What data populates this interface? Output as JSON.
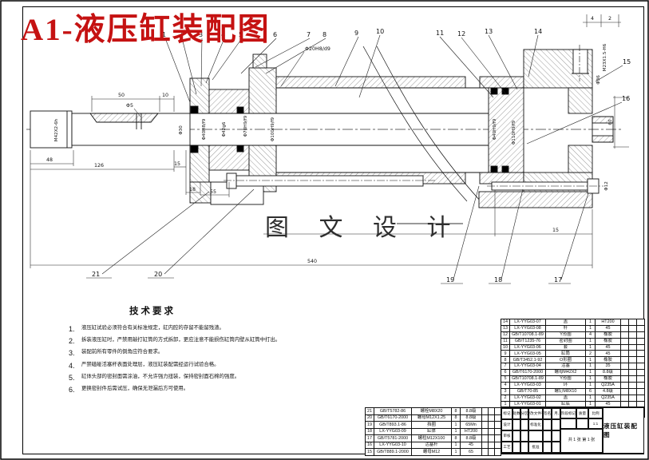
{
  "sheet_title": "A1-液压缸装配图",
  "watermark": "图 文 设 计",
  "callouts": [
    "1",
    "2",
    "3",
    "4",
    "5",
    "6",
    "7",
    "8",
    "9",
    "10",
    "11",
    "12",
    "13",
    "14",
    "15",
    "16",
    "17",
    "18",
    "19",
    "20",
    "21"
  ],
  "dims": {
    "len_50": "50",
    "len_10": "10",
    "dia_5": "Φ5",
    "thread_rod": "M42X2-6h",
    "len_48": "48",
    "len_126": "126",
    "dia_30": "Φ30",
    "len_15_left": "15",
    "len_18": "18",
    "len_55": "55",
    "fit_rod": "Φ20H8/d9",
    "fit_gland": "Φ40H8/f9",
    "fit_seal": "Φ42g6",
    "fit_bore": "Φ70H9/f9",
    "fit_head": "Φ100H9/f9",
    "fit_cushion": "Φ40H9/f9",
    "fit_rear": "Φ110H9/f9",
    "thread_port": "M23X1.5-H6",
    "dia_36": "Φ36",
    "len_60": "60",
    "dia_12": "Φ12",
    "len_15_right": "15",
    "len_540": "540",
    "len_4": "4",
    "len_2": "2"
  },
  "tech_requirements": {
    "heading": "技术要求",
    "items": [
      {
        "num": "1.",
        "text": "液压缸试验必须符合有关标准规定，缸内腔的存留不能留残渣。"
      },
      {
        "num": "2.",
        "text": "拆装液压缸时，严禁用敲打缸筒的方式拆卸，更应注意不能损伤缸筒内壁从缸筒中打出。"
      },
      {
        "num": "3.",
        "text": "装配前所有零件的倒角应符合要求。"
      },
      {
        "num": "4.",
        "text": "严禁磕碰活塞杆表面处理层，液压缸装配需经运行试验合格。"
      },
      {
        "num": "5.",
        "text": "缸体头部的密封面需涂油，不允许强力扭装，保持密封面石棉的强度。"
      },
      {
        "num": "6.",
        "text": "更换密封件后需试压，确保无泄漏后方可使用。"
      }
    ]
  },
  "bom_main": {
    "headers": {
      "no": "序号",
      "code": "代  号",
      "name": "名  称",
      "qty": "数量",
      "mat": "材  料",
      "w1": "",
      "w2": "",
      "note": "备注"
    },
    "rows": [
      {
        "no": "14",
        "code": "LX-YYG03-07",
        "name": "盖",
        "qty": "1",
        "mat": "HT200",
        "w1": "",
        "w2": "",
        "note": ""
      },
      {
        "no": "13",
        "code": "LX-YYG03-08",
        "name": "杆",
        "qty": "1",
        "mat": "45",
        "w1": "",
        "w2": "",
        "note": ""
      },
      {
        "no": "12",
        "code": "GB/T10708.1-89",
        "name": "Y形圈",
        "qty": "4",
        "mat": "橡胶",
        "w1": "",
        "w2": "",
        "note": ""
      },
      {
        "no": "11",
        "code": "GB/T1235-76",
        "name": "密封圈",
        "qty": "1",
        "mat": "橡胶",
        "w1": "",
        "w2": "",
        "note": ""
      },
      {
        "no": "10",
        "code": "LX-YYG03-06",
        "name": "套",
        "qty": "1",
        "mat": "45",
        "w1": "",
        "w2": "",
        "note": ""
      },
      {
        "no": "9",
        "code": "LX-YYG03-05",
        "name": "缸筒",
        "qty": "2",
        "mat": "45",
        "w1": "",
        "w2": "",
        "note": ""
      },
      {
        "no": "8",
        "code": "GB/T3452.1-92",
        "name": "O形圈",
        "qty": "1",
        "mat": "橡胶",
        "w1": "",
        "w2": "",
        "note": ""
      },
      {
        "no": "7",
        "code": "LX-YYG03-04",
        "name": "活塞",
        "qty": "1",
        "mat": "35",
        "w1": "",
        "w2": "",
        "note": ""
      },
      {
        "no": "6",
        "code": "GB/T6170-2000",
        "name": "螺母M42X2",
        "qty": "1",
        "mat": "8.8级",
        "w1": "",
        "w2": "",
        "note": ""
      },
      {
        "no": "5",
        "code": "GB/T10708.1-89",
        "name": "Y形圈",
        "qty": "1",
        "mat": "橡胶",
        "w1": "",
        "w2": "",
        "note": ""
      },
      {
        "no": "4",
        "code": "LX-YYG03-03",
        "name": "环",
        "qty": "1",
        "mat": "Q235A",
        "w1": "",
        "w2": "",
        "note": ""
      },
      {
        "no": "3",
        "code": "GB/T70-85",
        "name": "螺钉M8X10",
        "qty": "6",
        "mat": "4.8级",
        "w1": "",
        "w2": "",
        "note": ""
      },
      {
        "no": "2",
        "code": "LX-YYG03-02",
        "name": "盖",
        "qty": "1",
        "mat": "Q235A",
        "w1": "",
        "w2": "",
        "note": ""
      },
      {
        "no": "1",
        "code": "LX-YYG03-01",
        "name": "缸底",
        "qty": "1",
        "mat": "45",
        "w1": "",
        "w2": "",
        "note": ""
      }
    ]
  },
  "bom_ext": {
    "rows": [
      {
        "no": "21",
        "code": "GB/T5782-86",
        "name": "螺栓M8X20",
        "qty": "8",
        "mat": "8.8级",
        "w1": "",
        "w2": "",
        "note": ""
      },
      {
        "no": "20",
        "code": "GB/T6170-2000",
        "name": "螺母M12X1.25",
        "qty": "8",
        "mat": "8.8级",
        "w1": "",
        "w2": "",
        "note": ""
      },
      {
        "no": "19",
        "code": "GB/T893.1-86",
        "name": "挡圈",
        "qty": "1",
        "mat": "65Mn",
        "w1": "",
        "w2": "",
        "note": ""
      },
      {
        "no": "18",
        "code": "LX-YYG03-09",
        "name": "缸体",
        "qty": "1",
        "mat": "HT200",
        "w1": "",
        "w2": "",
        "note": ""
      },
      {
        "no": "17",
        "code": "GB/T5781-2000",
        "name": "螺柱M12X100",
        "qty": "8",
        "mat": "8.8级",
        "w1": "",
        "w2": "",
        "note": ""
      },
      {
        "no": "16",
        "code": "LX-YYG03-10",
        "name": "活塞杆",
        "qty": "1",
        "mat": "45",
        "w1": "",
        "w2": "",
        "note": ""
      },
      {
        "no": "15",
        "code": "GB/T889.1-2000",
        "name": "螺母M12",
        "qty": "1",
        "mat": "65",
        "w1": "",
        "w2": "",
        "note": ""
      }
    ]
  },
  "title_block": {
    "rev_labels": [
      "标记",
      "处数",
      "分区",
      "更改文件号",
      "签名",
      "年、月、日"
    ],
    "design_label": "设计",
    "standard_label": "标准化",
    "check_label": "审核",
    "process_label": "工艺",
    "approve_label": "批准",
    "stage_label": "阶段标记",
    "weight_label": "质量",
    "scale_label": "比例",
    "scale_value": "1:1",
    "sheet_info": "共 1 张  第 1 张",
    "drawing_title": "液压缸装配图"
  }
}
